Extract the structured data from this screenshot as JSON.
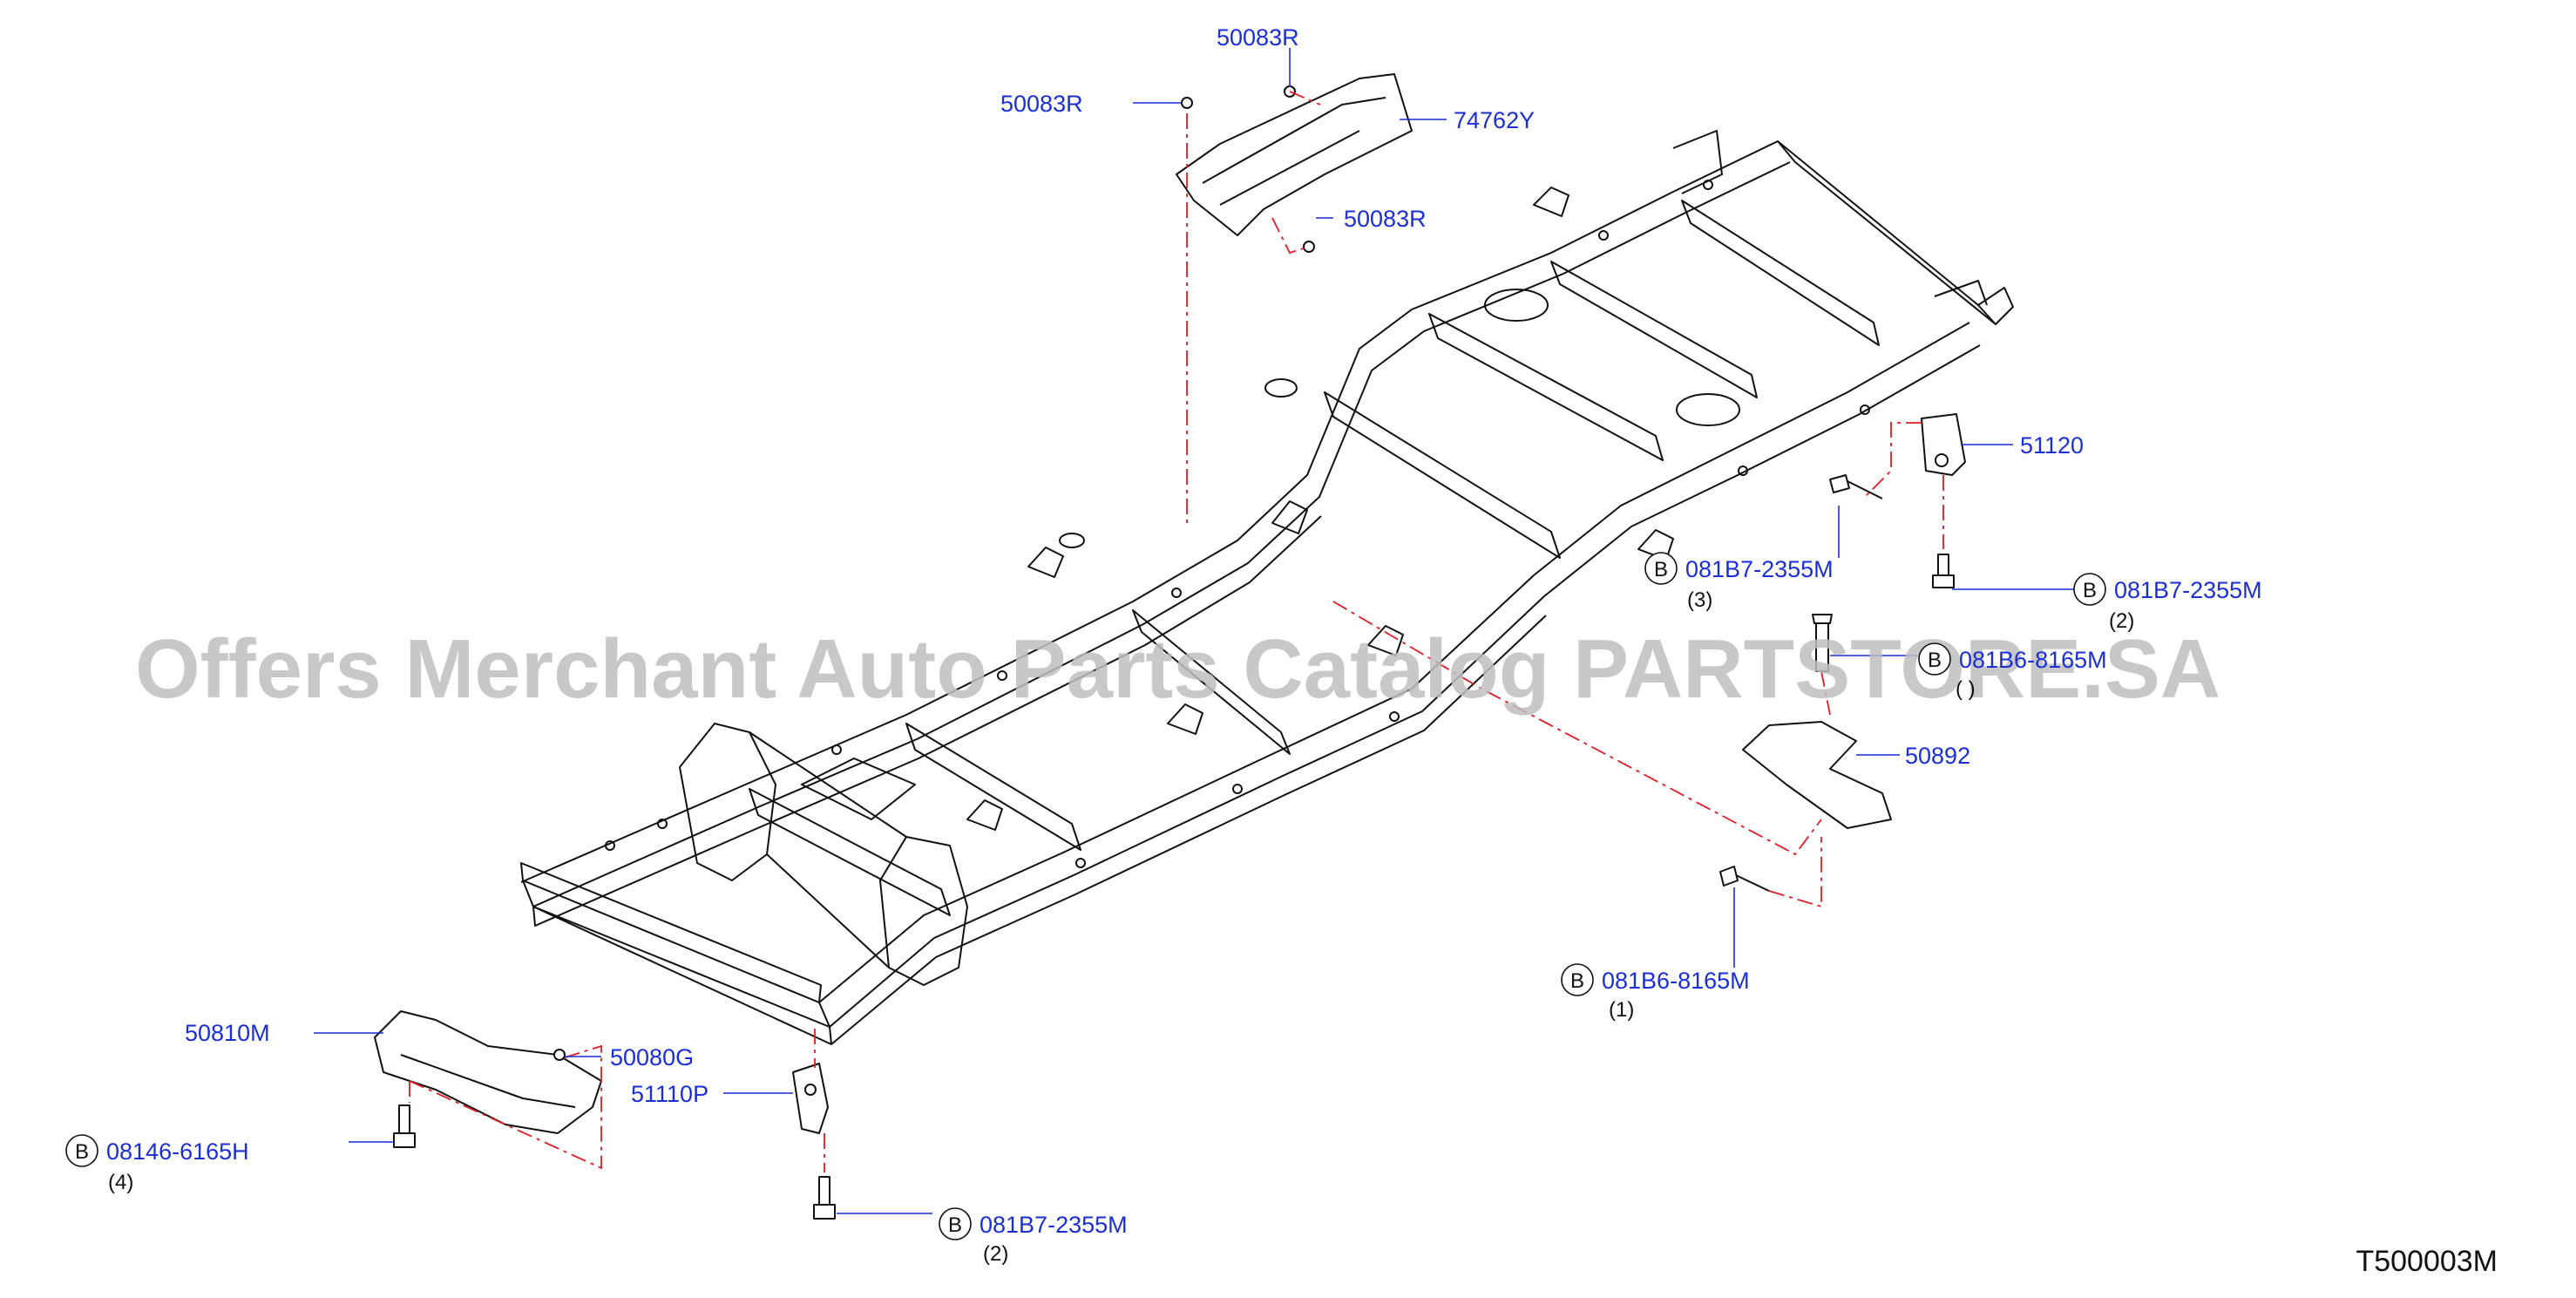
{
  "callouts": {
    "p50083R_top": "50083R",
    "p50083R_left": "50083R",
    "p74762Y": "74762Y",
    "p50083R_right": "50083R",
    "p51120": "51120",
    "p081B7_2355M_a": "081B7-2355M",
    "qty_a": "(3)",
    "p081B7_2355M_b": "081B7-2355M",
    "qty_b": "(2)",
    "p081B6_8165M_a": "081B6-8165M",
    "qty_c": "( )",
    "p50892": "50892",
    "p081B6_8165M_b": "081B6-8165M",
    "qty_d": "(1)",
    "p50810M": "50810M",
    "p50080G": "50080G",
    "p51110P": "51110P",
    "p08146_6165H": "08146-6165H",
    "qty_e": "(4)",
    "p081B7_2355M_c": "081B7-2355M",
    "qty_f": "(2)"
  },
  "bolt_marker": "B",
  "diagram_code": "T500003M",
  "watermark": "Offers Merchant Auto Parts Catalog PARTSTORE.SA",
  "colors": {
    "part_number": "#1a2fd6",
    "center_line": "#e01b24",
    "watermark": "#bfbfbf"
  }
}
